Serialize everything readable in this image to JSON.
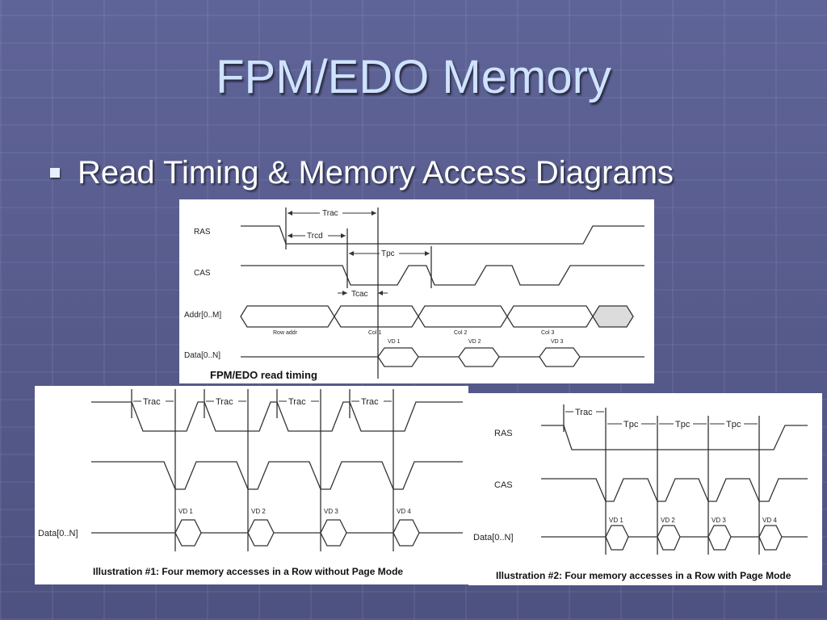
{
  "slide": {
    "title": "FPM/EDO Memory",
    "bullet": "Read Timing & Memory Access Diagrams"
  },
  "diagram_top": {
    "caption": "FPM/EDO read timing",
    "signals": {
      "ras": "RAS",
      "cas": "CAS",
      "addr": "Addr[0..M]",
      "data": "Data[0..N]"
    },
    "timings": {
      "trac": "Trac",
      "trcd": "Trcd",
      "tpc": "Tpc",
      "tcac": "Tcac"
    },
    "addr_labels": [
      "Row addr",
      "Col 1",
      "Col 2",
      "Col 3"
    ],
    "data_labels": [
      "VD 1",
      "VD 2",
      "VD 3"
    ]
  },
  "diagram_bl": {
    "caption": "Illustration #1: Four memory accesses in a Row without Page Mode",
    "signals": {
      "data": "Data[0..N]"
    },
    "timing_label": "Trac",
    "data_labels": [
      "VD 1",
      "VD 2",
      "VD 3",
      "VD 4"
    ]
  },
  "diagram_br": {
    "caption": "Illustration #2: Four memory accesses in a Row with Page Mode",
    "signals": {
      "ras": "RAS",
      "cas": "CAS",
      "data": "Data[0..N]"
    },
    "timings": {
      "trac": "Trac",
      "tpc": "Tpc"
    },
    "data_labels": [
      "VD 1",
      "VD 2",
      "VD 3",
      "VD 4"
    ]
  }
}
